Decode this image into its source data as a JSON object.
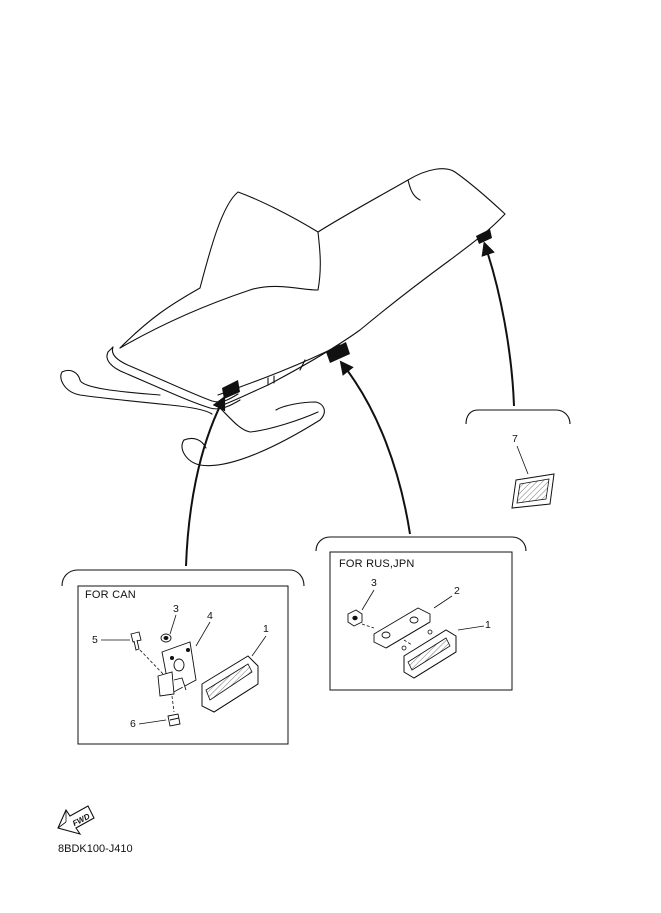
{
  "callouts": {
    "can_header": "FOR CAN",
    "rus_header": "FOR RUS,JPN"
  },
  "parts": {
    "can": [
      {
        "no": "1",
        "item": "reflector"
      },
      {
        "no": "3",
        "item": "nut"
      },
      {
        "no": "4",
        "item": "bracket"
      },
      {
        "no": "5",
        "item": "bolt"
      },
      {
        "no": "6",
        "item": "bolt"
      }
    ],
    "rus": [
      {
        "no": "1",
        "item": "reflector"
      },
      {
        "no": "2",
        "item": "plate"
      },
      {
        "no": "3",
        "item": "nut"
      }
    ],
    "rear": [
      {
        "no": "7",
        "item": "reflector"
      }
    ]
  },
  "fwd_label": "FWD",
  "diagram_code": "8BDK100-J410",
  "colors": {
    "line": "#111111",
    "fill": "#ffffff",
    "mark": "#111111",
    "hatch": "#777777"
  }
}
